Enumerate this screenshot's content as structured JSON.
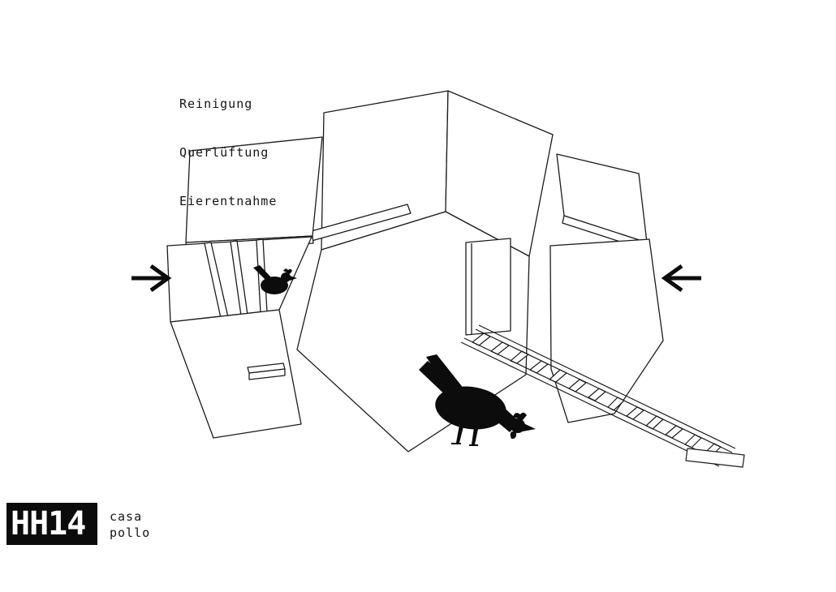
{
  "colors": {
    "background": "#ffffff",
    "line": "#1c1c1c",
    "ink": "#0c0c0c"
  },
  "annotations": {
    "line1": "Reinigung",
    "line2": "Querlüftung",
    "line3": "Eierentnahme"
  },
  "logo": {
    "code": "HH14",
    "name_line1": "casa",
    "name_line2": "pollo"
  },
  "icons": {
    "left_arrow": "arrow-right-icon",
    "right_arrow": "arrow-left-icon",
    "hen_large": "hen-silhouette",
    "hen_small": "hen-silhouette"
  }
}
